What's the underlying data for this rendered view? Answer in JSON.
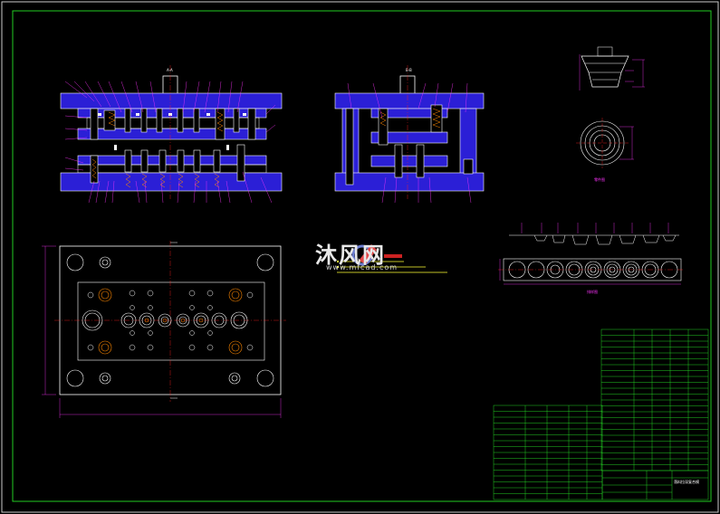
{
  "watermark": {
    "text": "沐风网",
    "url": "www.mfcad.com"
  },
  "views": {
    "front_marker": "A-A",
    "side_marker": "B-B",
    "part_caption": "零件图",
    "strip_caption": "排样图"
  },
  "title_block": {
    "label": "落料拉深复合模"
  },
  "colors": {
    "background": "#000000",
    "plate": "#2b1fd6",
    "outline": "#ffffff",
    "leader": "#ff33ff",
    "dimension": "#ff33ff",
    "centerline": "#ff2222",
    "table": "#22cc22",
    "text": "#ffff33"
  }
}
